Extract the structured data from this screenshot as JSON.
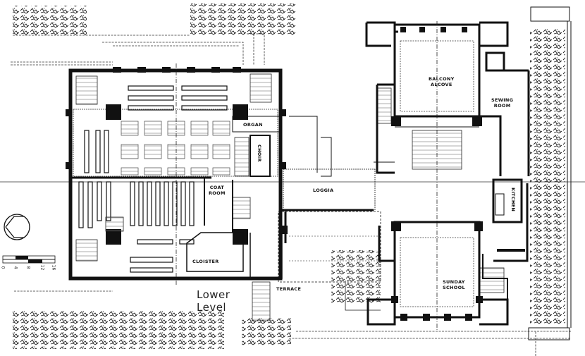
{
  "plan": {
    "title_lines": [
      "Lower",
      "Level"
    ],
    "rooms": {
      "balcony_alcove": "BALCONY\nALCOVE",
      "sewing_room": "SEWING\nROOM",
      "organ": "ORGAN",
      "choir": "CHOIR",
      "coat_room": "COAT\nROOM",
      "loggia": "LOGGIA",
      "kitchen": "KITCHEN",
      "cloister": "CLOISTER",
      "terrace": "TERRACE",
      "sunday_school": "SUNDAY\nSCHOOL"
    },
    "scale_bar": {
      "ticks": [
        "0",
        "4",
        "8",
        "12",
        "16"
      ]
    },
    "colors": {
      "ink": "#111111",
      "paper": "#ffffff",
      "hatch": "#555555"
    }
  }
}
